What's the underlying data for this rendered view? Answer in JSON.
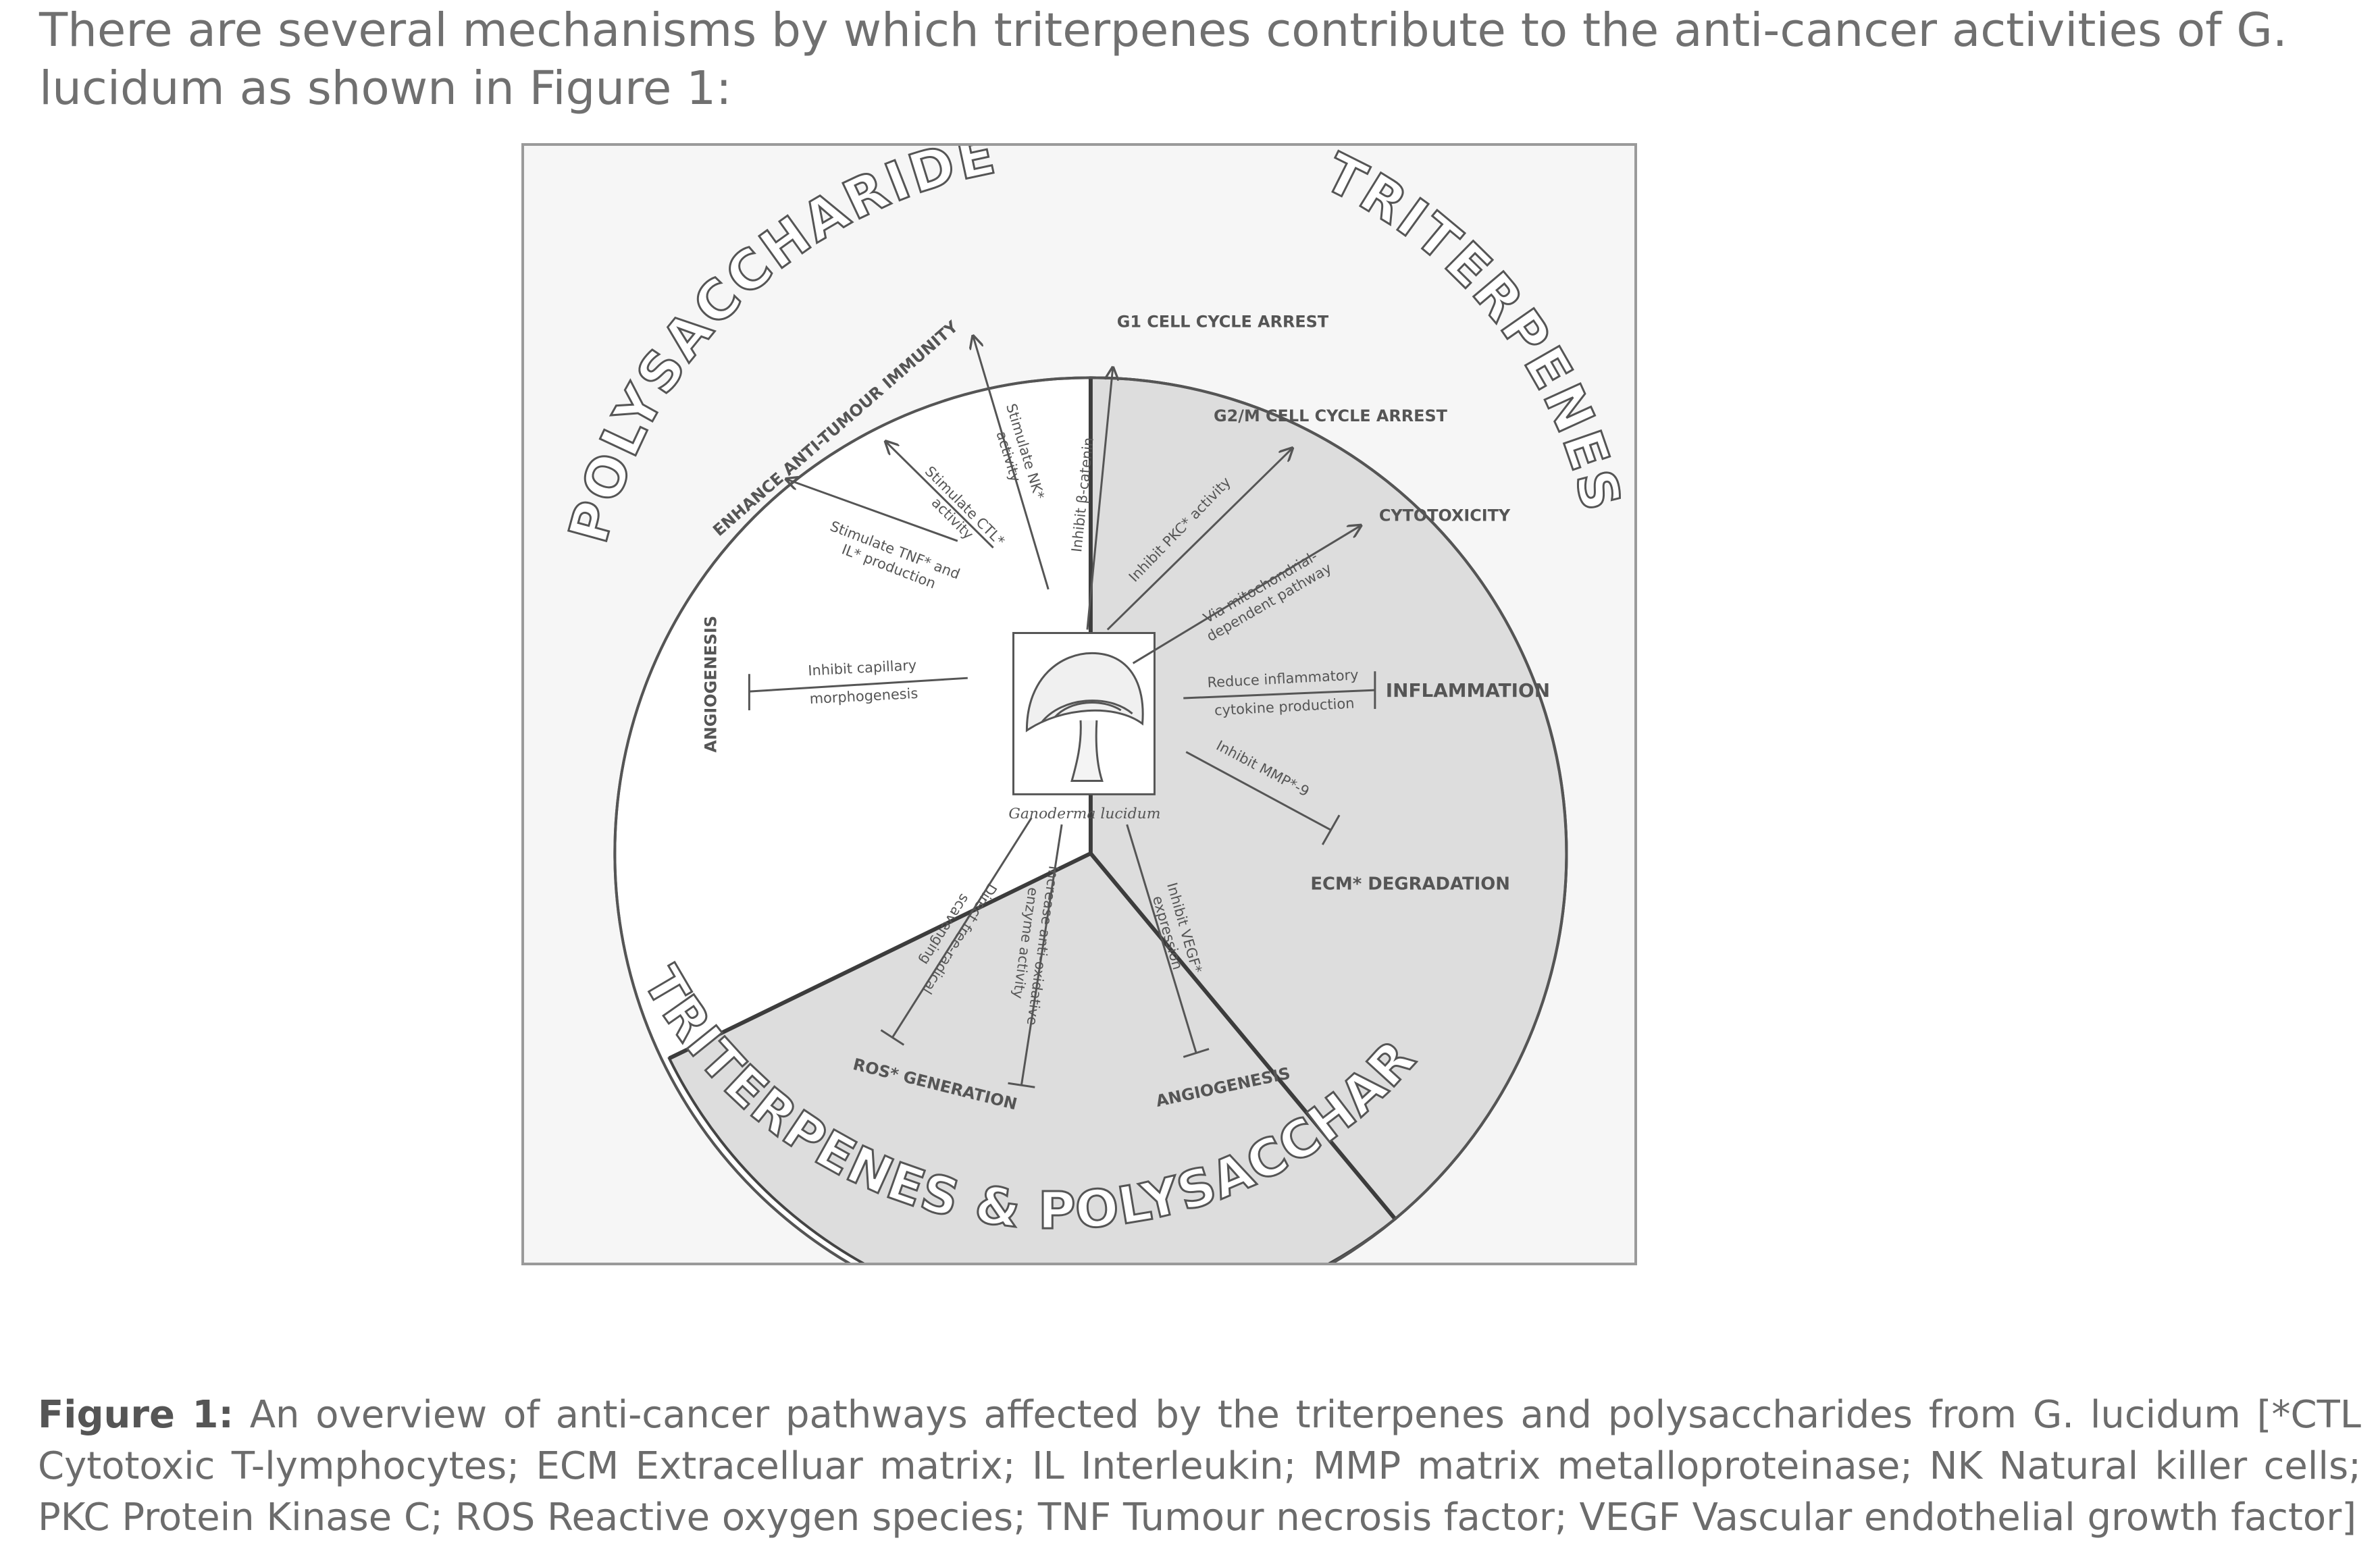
{
  "intro_text": "There are several mechanisms by which triterpenes contribute to the anti-cancer activities of G. lucidum as shown in Figure 1:",
  "figure": {
    "sectors": {
      "polysaccharides": "POLYSACCHARIDES",
      "triterpenes": "TRITERPENES",
      "bottom_triterpenes": "TRITERPENES",
      "ampersand": "&",
      "bottom_polysaccharides": "POLYSACCHARIDES"
    },
    "center_label": "Ganoderma lucidum",
    "outcomes": {
      "immunity": "ENHANCE ANTI-TUMOUR IMMUNITY",
      "angiogenesis_left": "ANGIOGENESIS",
      "g1": "G1 CELL CYCLE ARREST",
      "g2m": "G2/M CELL CYCLE ARREST",
      "cytotoxicity": "CYTOTOXICITY",
      "inflammation": "INFLAMMATION",
      "ecm": "ECM* DEGRADATION",
      "ros": "ROS* GENERATION",
      "angiogenesis_bottom": "ANGIOGENESIS"
    },
    "mechanisms": {
      "nk": [
        "Stimulate NK*",
        "activity"
      ],
      "ctl": [
        "Stimulate CTL*",
        "activity"
      ],
      "tnf": [
        "Stimulate TNF* and",
        "IL* production"
      ],
      "capillary": [
        "Inhibit capillary",
        "morphogenesis"
      ],
      "catenin": [
        "Inhibit β-catenin"
      ],
      "pkc": [
        "Inhibit PKC* activity"
      ],
      "mito": [
        "Via mitochondrial-",
        "dependent pathway"
      ],
      "cytokine": [
        "Reduce inflammatory",
        "cytokine production"
      ],
      "mmp": [
        "Inhibit MMP*-9"
      ],
      "radical": [
        "Direct free-radical",
        "scavenging"
      ],
      "antioxidative": [
        "Increase anti-oxidative",
        "enzyme activity"
      ],
      "vegf": [
        "Inhibit VEGF*",
        "expression"
      ]
    },
    "colors": {
      "wheel_fill": "#ffffff",
      "sector_fill": "#dddddd",
      "line": "#444444",
      "text": "#555555"
    }
  },
  "caption": {
    "label": "Figure 1:",
    "text": " An overview of anti-cancer pathways affected by the triterpenes and polysaccharides from G. lucidum [*CTL Cytotoxic T-lymphocytes; ECM Extracelluar matrix; IL Interleukin; MMP matrix metalloproteinase; NK Natural killer cells; PKC Protein Kinase C; ROS Reactive oxygen species; TNF Tumour necrosis factor; VEGF Vascular endothelial growth factor]"
  }
}
